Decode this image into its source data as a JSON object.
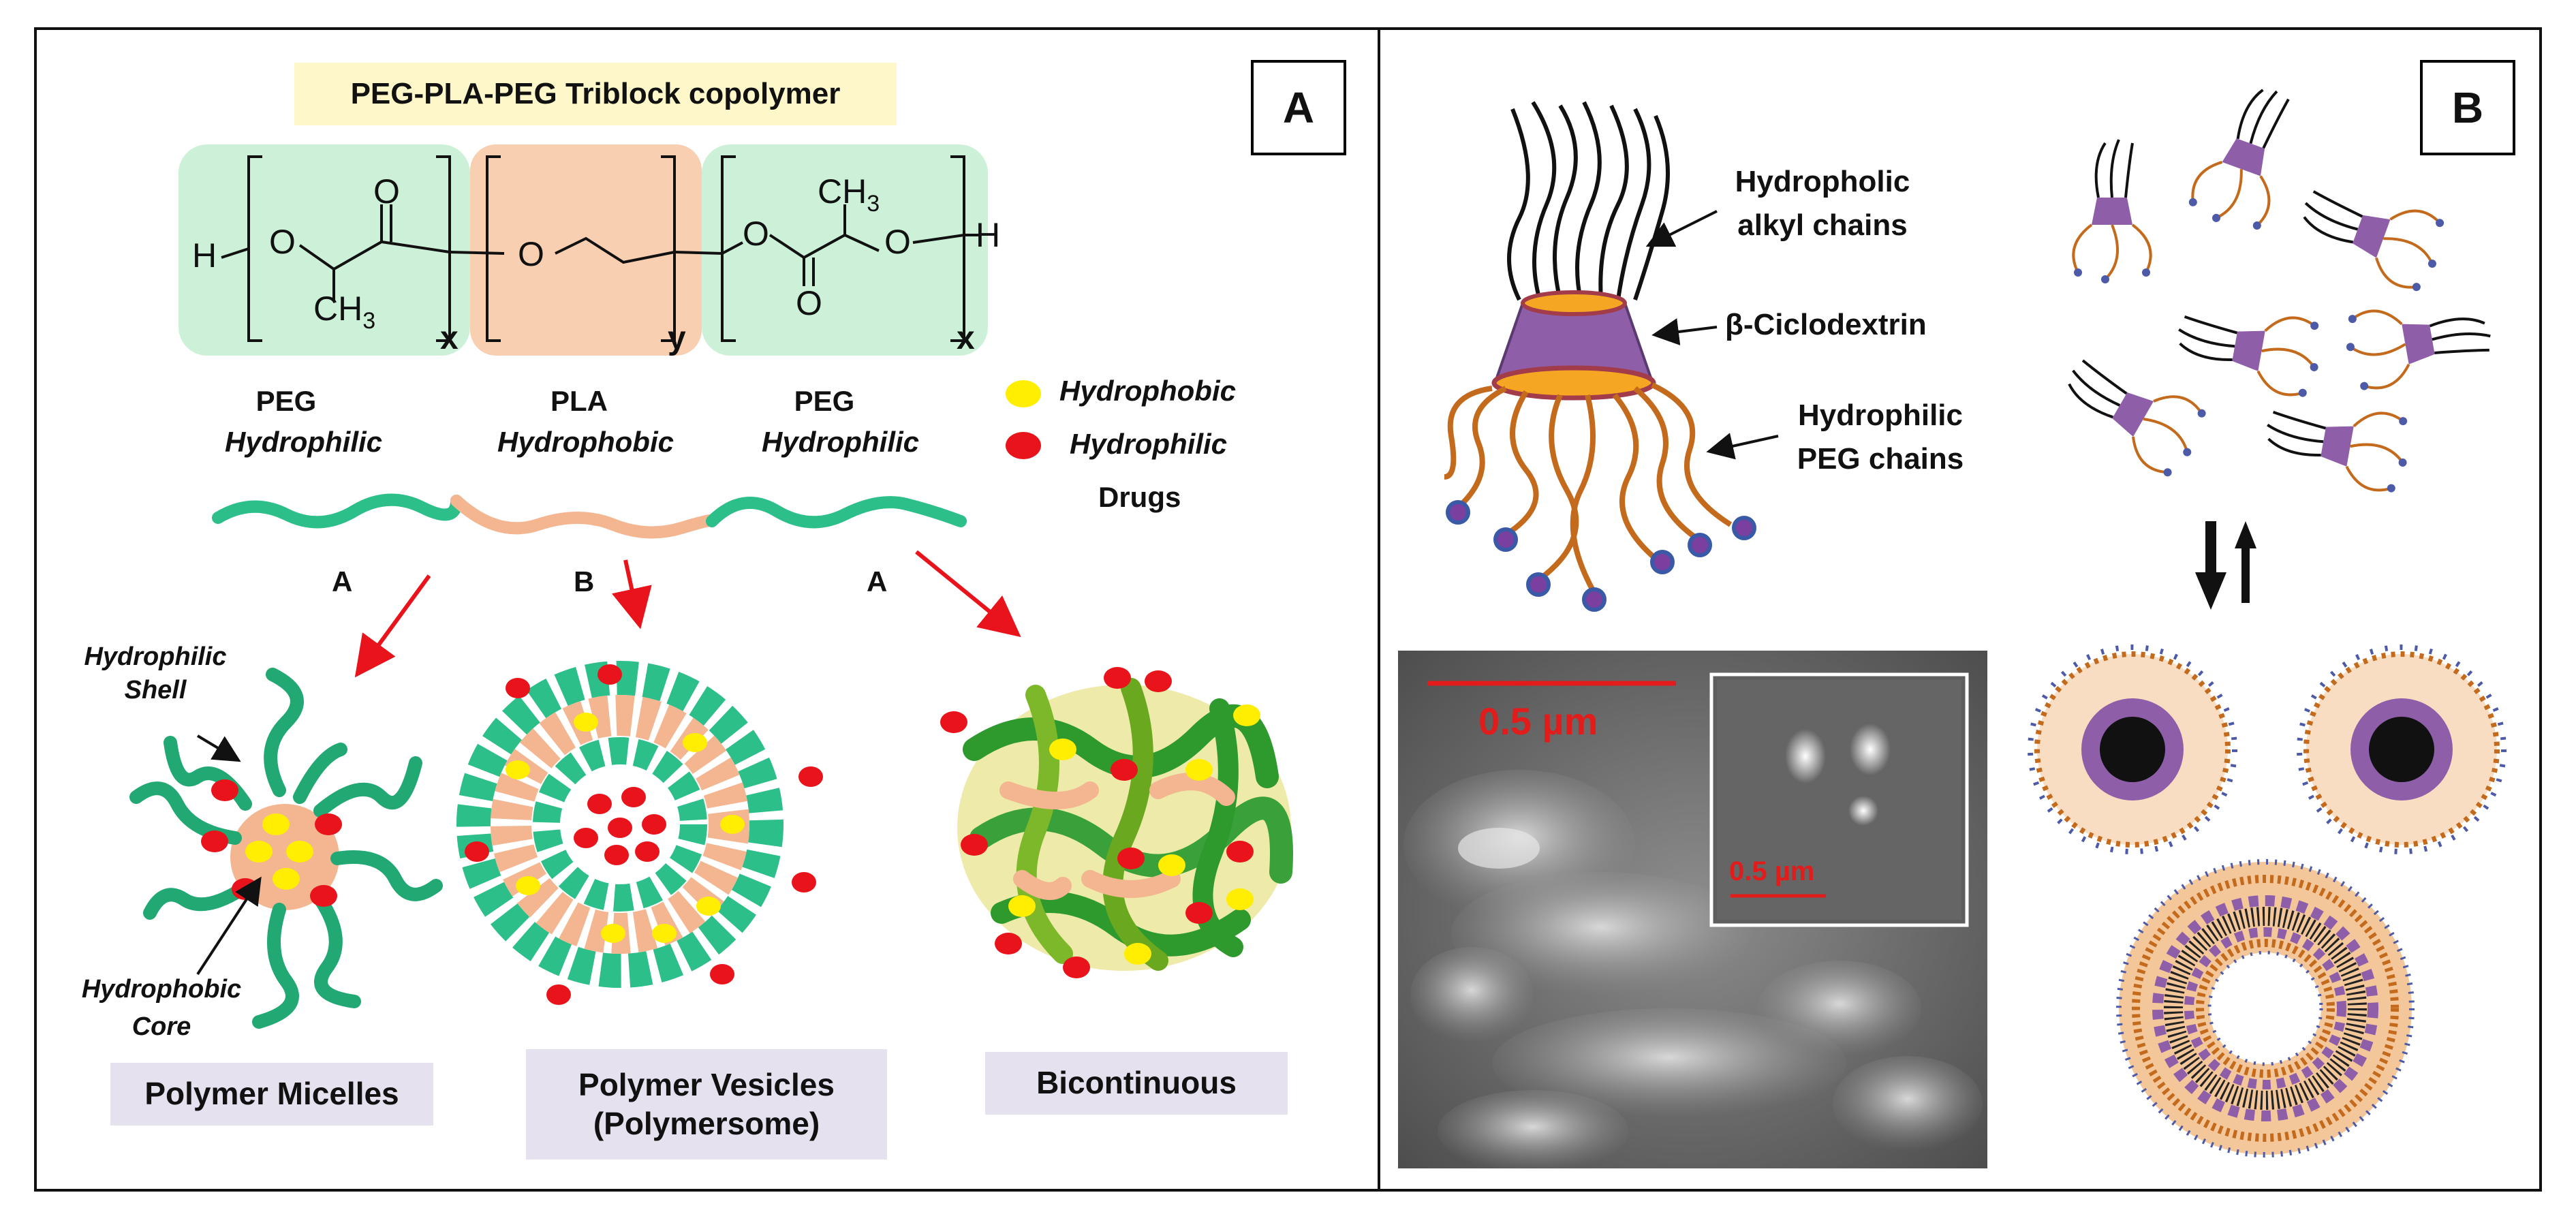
{
  "panel_a": {
    "letter": "A",
    "title": "PEG-PLA-PEG  Triblock copolymer",
    "formula": {
      "h_left": "H",
      "h_right": "H",
      "o": "O",
      "ch3": "CH",
      "ch3_sub": "3",
      "x": "x",
      "y": "y"
    },
    "blocks": [
      {
        "name": "PEG",
        "property": "Hydrophilic"
      },
      {
        "name": "PLA",
        "property": "Hydrophobic"
      },
      {
        "name": "PEG",
        "property": "Hydrophilic"
      }
    ],
    "legend": {
      "hydrophobic": "Hydrophobic",
      "hydrophilic": "Hydrophilic",
      "drugs": "Drugs"
    },
    "chain_labels": [
      "A",
      "B",
      "A"
    ],
    "micelle_labels": {
      "shell_line1": "Hydrophilic",
      "shell_line2": "Shell",
      "core_line1": "Hydrophobic",
      "core_line2": "Core"
    },
    "captions": {
      "micelles": "Polymer Micelles",
      "vesicles_line1": "Polymer Vesicles",
      "vesicles_line2": "(Polymersome)",
      "bicontinuous": "Bicontinuous"
    },
    "colors": {
      "peg": "#2dbf8a",
      "pla": "#f3b690",
      "hydrophobic_drug": "#ffee00",
      "hydrophilic_drug": "#e8131b",
      "caption_bg": "#e5e1ef",
      "title_bg": "#fdf7c9"
    }
  },
  "panel_b": {
    "letter": "B",
    "labels": {
      "alkyl_line1": "Hydropholic",
      "alkyl_line2": "alkyl chains",
      "cd": "β-Ciclodextrin",
      "peg_line1": "Hydrophilic",
      "peg_line2": "PEG chains"
    },
    "scale_main": "0.5 µm",
    "scale_inset": "0.5 µm",
    "colors": {
      "cyclodextrin": "#8e5fa8",
      "peg_chain": "#c46a1c",
      "end_group": "#4d5aa8",
      "alkyl": "#111111",
      "scale": "#e21b1b"
    }
  }
}
